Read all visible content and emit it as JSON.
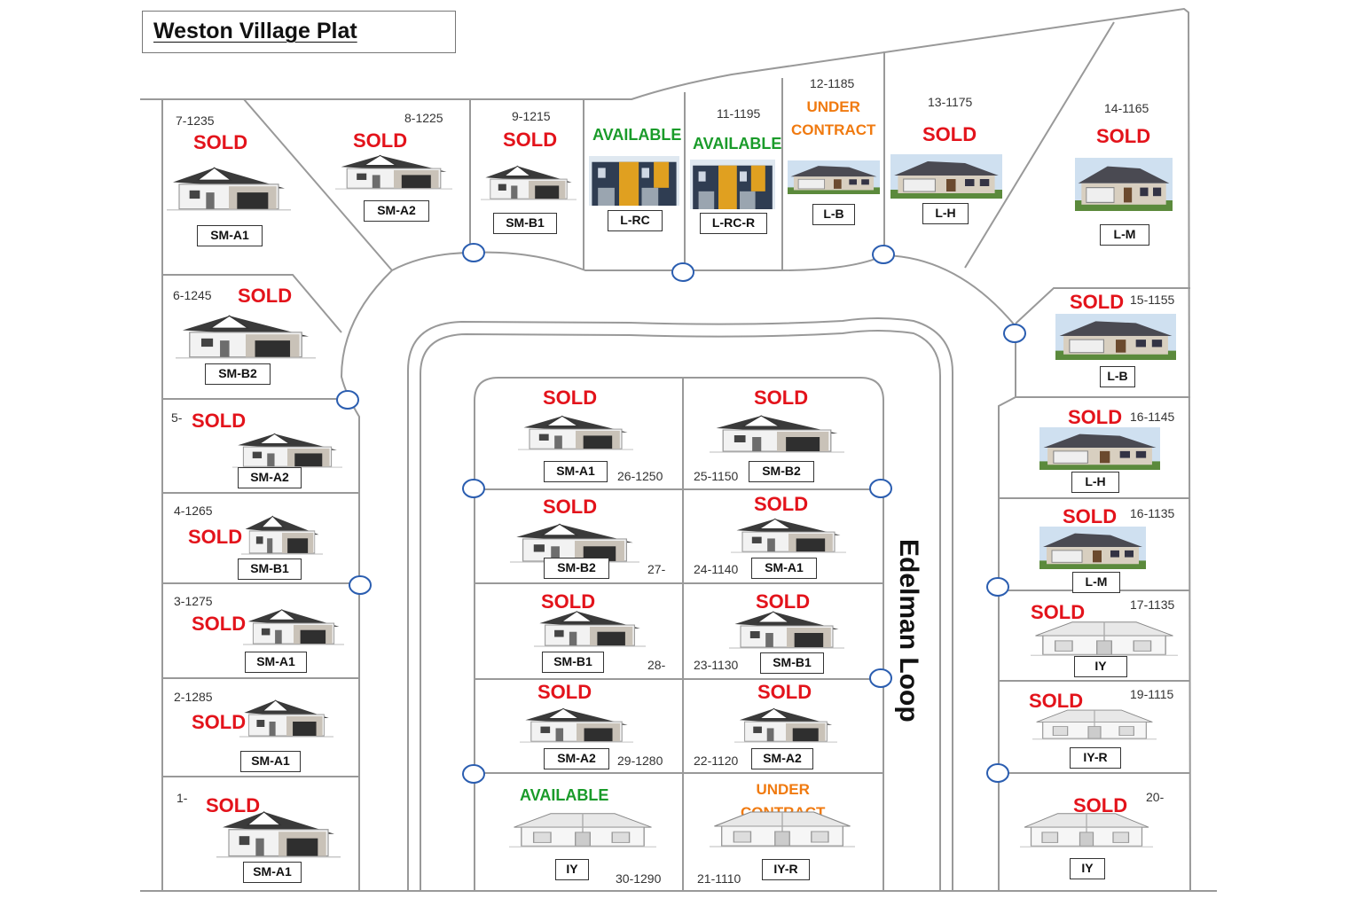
{
  "title": "Weston Village Plat",
  "street_name": "Edelman Loop",
  "colors": {
    "sold": "#e3131b",
    "available": "#1a9b2a",
    "under_contract": "#f07a10",
    "utility_marker": "#2a5db0"
  },
  "lots": [
    {
      "id": "lot-7",
      "num": "7-1235",
      "status": "SOLD",
      "model": "SM-A1",
      "render": "color"
    },
    {
      "id": "lot-8",
      "num": "8-1225",
      "status": "SOLD",
      "model": "SM-A2",
      "render": "color"
    },
    {
      "id": "lot-9",
      "num": "9-1215",
      "status": "SOLD",
      "model": "SM-B1",
      "render": "color"
    },
    {
      "id": "lot-10",
      "num": "",
      "status": "AVAILABLE",
      "model": "L-RC",
      "render": "townhome"
    },
    {
      "id": "lot-11",
      "num": "11-1195",
      "status": "AVAILABLE",
      "model": "L-RC-R",
      "render": "townhome"
    },
    {
      "id": "lot-12",
      "num": "12-1185",
      "status": "UNDER CONTRACT",
      "status_lines": [
        "UNDER",
        "CONTRACT"
      ],
      "model": "L-B",
      "render": "photo"
    },
    {
      "id": "lot-13",
      "num": "13-1175",
      "status": "SOLD",
      "model": "L-H",
      "render": "photo"
    },
    {
      "id": "lot-14",
      "num": "14-1165",
      "status": "SOLD",
      "model": "L-M",
      "render": "photo"
    },
    {
      "id": "lot-6",
      "num": "6-1245",
      "status": "SOLD",
      "model": "SM-B2",
      "render": "color"
    },
    {
      "id": "lot-5",
      "num": "5-",
      "status": "SOLD",
      "model": "SM-A2",
      "render": "color"
    },
    {
      "id": "lot-4",
      "num": "4-1265",
      "status": "SOLD",
      "model": "SM-B1",
      "render": "color"
    },
    {
      "id": "lot-3",
      "num": "3-1275",
      "status": "SOLD",
      "model": "SM-A1",
      "render": "color"
    },
    {
      "id": "lot-2",
      "num": "2-1285",
      "status": "SOLD",
      "model": "SM-A1",
      "render": "color"
    },
    {
      "id": "lot-1",
      "num": "1-",
      "status": "SOLD",
      "model": "SM-A1",
      "render": "color"
    },
    {
      "id": "lot-26",
      "num": "26-1250",
      "status": "SOLD",
      "model": "SM-A1",
      "render": "color"
    },
    {
      "id": "lot-25",
      "num": "25-1150",
      "status": "SOLD",
      "model": "SM-B2",
      "render": "color"
    },
    {
      "id": "lot-27",
      "num": "27-",
      "status": "SOLD",
      "model": "SM-B2",
      "render": "color"
    },
    {
      "id": "lot-24",
      "num": "24-1140",
      "status": "SOLD",
      "model": "SM-A1",
      "render": "color"
    },
    {
      "id": "lot-28",
      "num": "28-",
      "status": "SOLD",
      "model": "SM-B1",
      "render": "color"
    },
    {
      "id": "lot-23",
      "num": "23-1130",
      "status": "SOLD",
      "model": "SM-B1",
      "render": "color"
    },
    {
      "id": "lot-29",
      "num": "29-1280",
      "status": "SOLD",
      "model": "SM-A2",
      "render": "color"
    },
    {
      "id": "lot-22",
      "num": "22-1120",
      "status": "SOLD",
      "model": "SM-A2",
      "render": "color"
    },
    {
      "id": "lot-30",
      "num": "30-1290",
      "status": "AVAILABLE",
      "model": "IY",
      "render": "sketch"
    },
    {
      "id": "lot-21",
      "num": "21-1110",
      "status": "UNDER CONTRACT",
      "status_lines": [
        "UNDER",
        "CONTRACT"
      ],
      "model": "IY-R",
      "render": "sketch"
    },
    {
      "id": "lot-15",
      "num": "15-1155",
      "status": "SOLD",
      "model": "L-B",
      "render": "photo"
    },
    {
      "id": "lot-16",
      "num": "16-1145",
      "status": "SOLD",
      "model": "L-H",
      "render": "photo"
    },
    {
      "id": "lot-16b",
      "num": "16-1135",
      "status": "SOLD",
      "model": "L-M",
      "render": "photo"
    },
    {
      "id": "lot-17",
      "num": "17-1135",
      "status": "SOLD",
      "model": "IY",
      "render": "sketch"
    },
    {
      "id": "lot-19",
      "num": "19-1115",
      "status": "SOLD",
      "model": "IY-R",
      "render": "sketch"
    },
    {
      "id": "lot-20",
      "num": "20-",
      "status": "SOLD",
      "model": "IY",
      "render": "sketch"
    }
  ]
}
